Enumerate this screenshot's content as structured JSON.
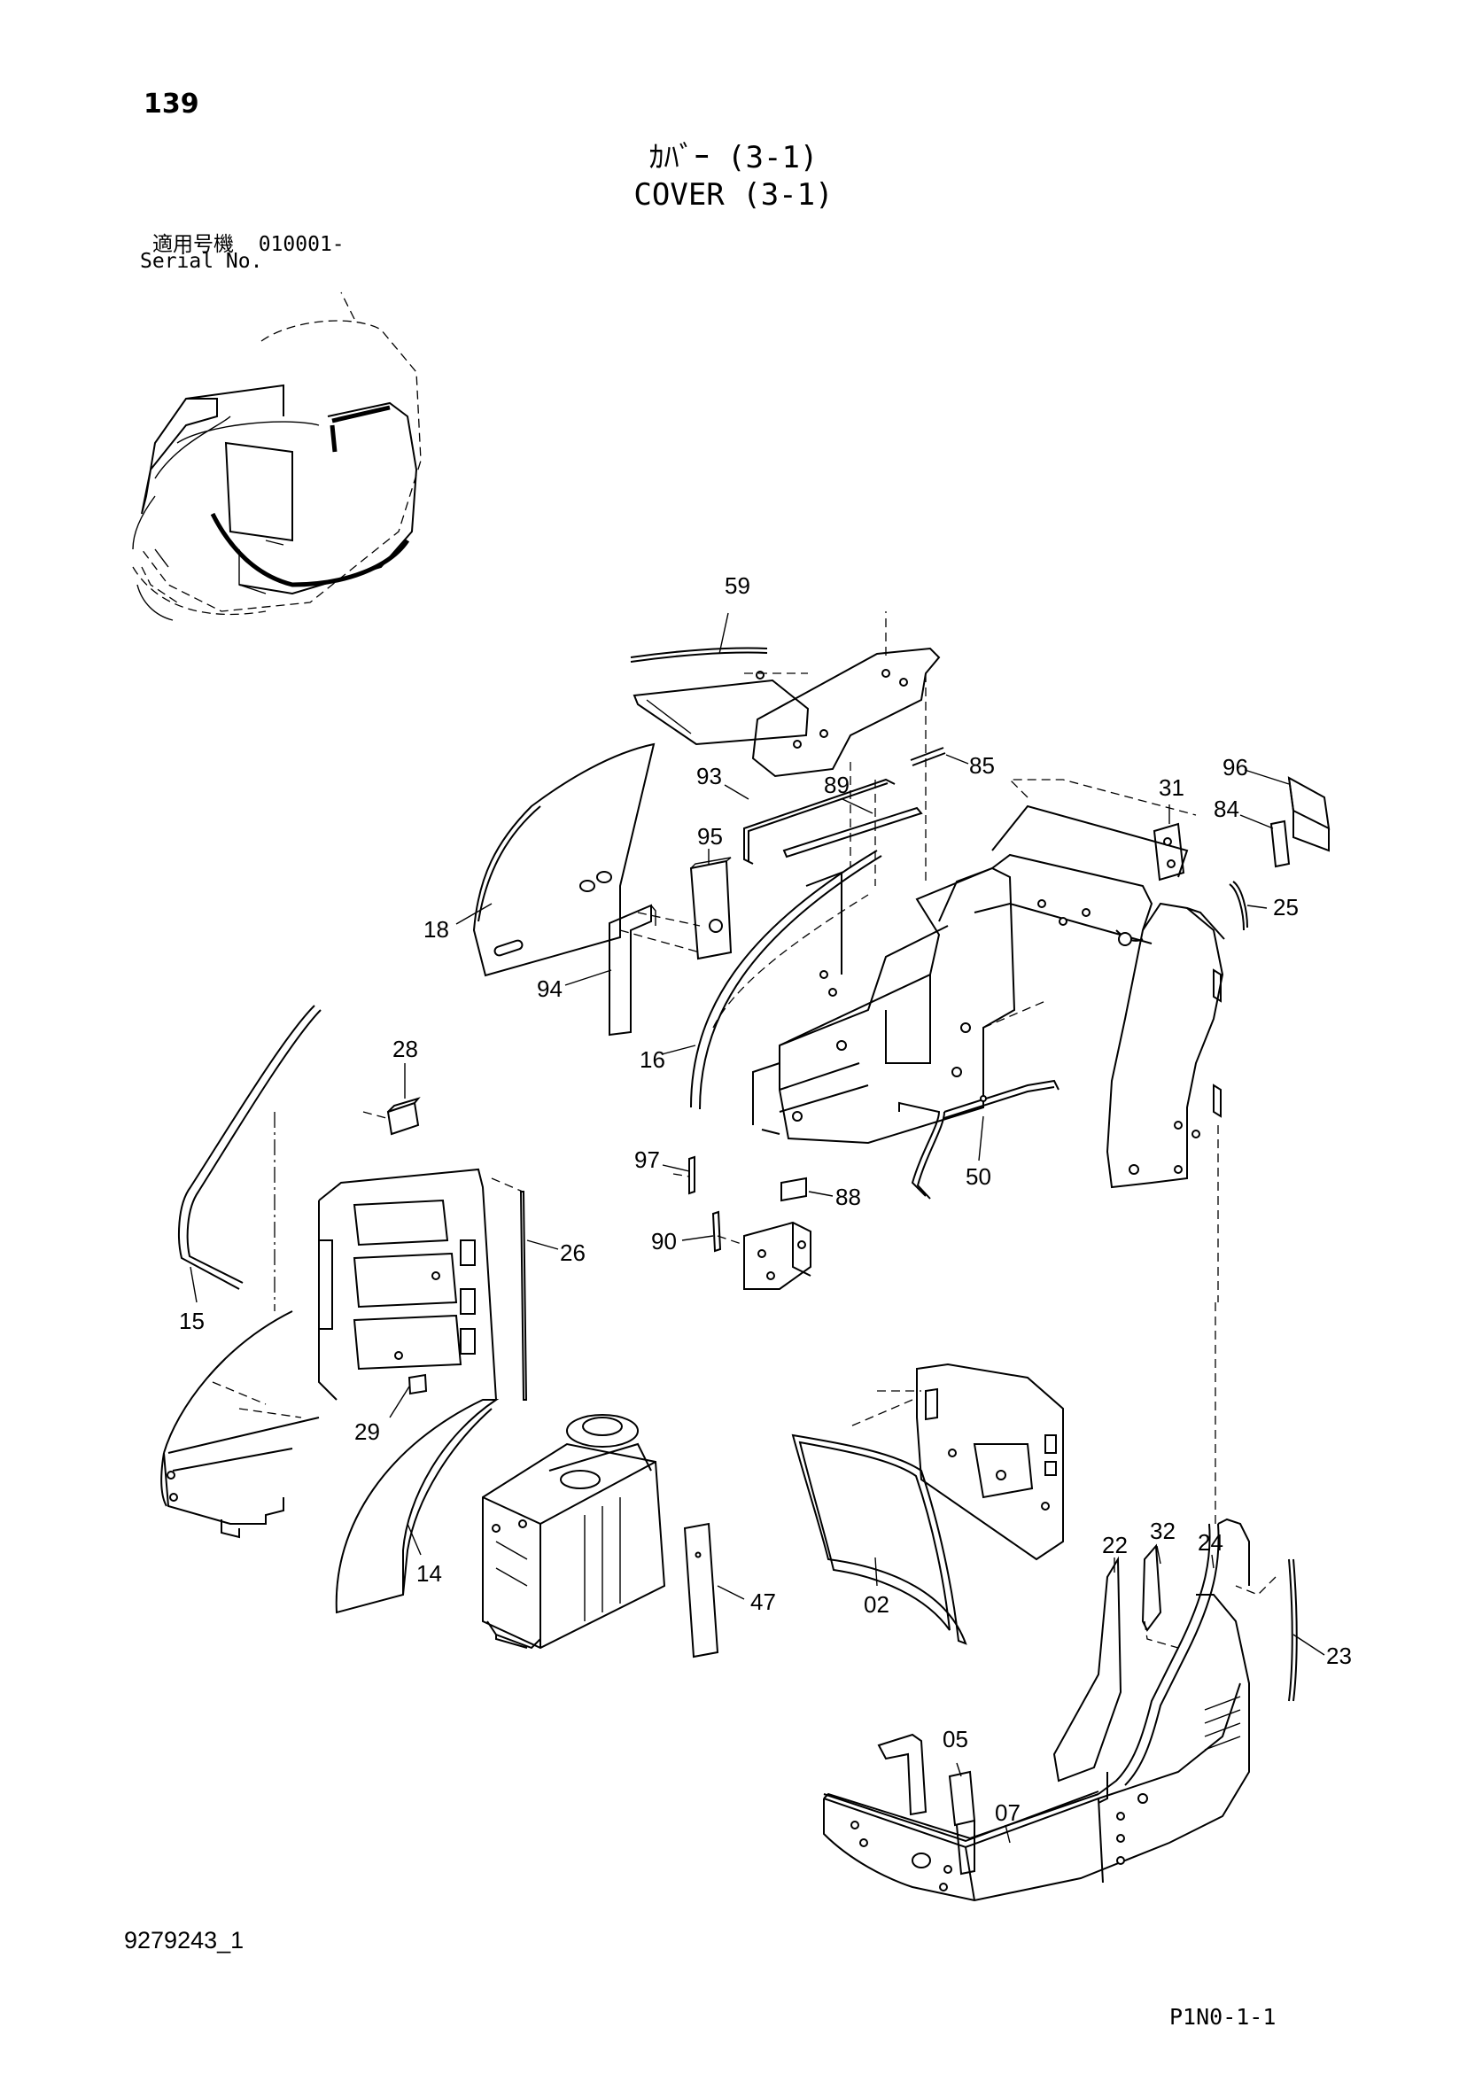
{
  "header": {
    "page_number": "139",
    "title_jp": "ｶﾊﾞｰ (3-1)",
    "title_en": "COVER (3-1)",
    "serial_label_jp": "適用号機",
    "serial_value": "010001-",
    "serial_label_en": "Serial No."
  },
  "footer": {
    "doc_id": "9279243_1",
    "page_code": "P1N0-1-1"
  },
  "part_labels": {
    "p59": "59",
    "p85": "85",
    "p93": "93",
    "p89": "89",
    "p31": "31",
    "p96": "96",
    "p84": "84",
    "p95": "95",
    "p25": "25",
    "p18": "18",
    "p94": "94",
    "p16": "16",
    "p28": "28",
    "p97": "97",
    "p50": "50",
    "p88": "88",
    "p90": "90",
    "p26": "26",
    "p15": "15",
    "p29": "29",
    "p14": "14",
    "p47": "47",
    "p02": "02",
    "p22": "22",
    "p32": "32",
    "p24": "24",
    "p23": "23",
    "p05": "05",
    "p07": "07"
  }
}
